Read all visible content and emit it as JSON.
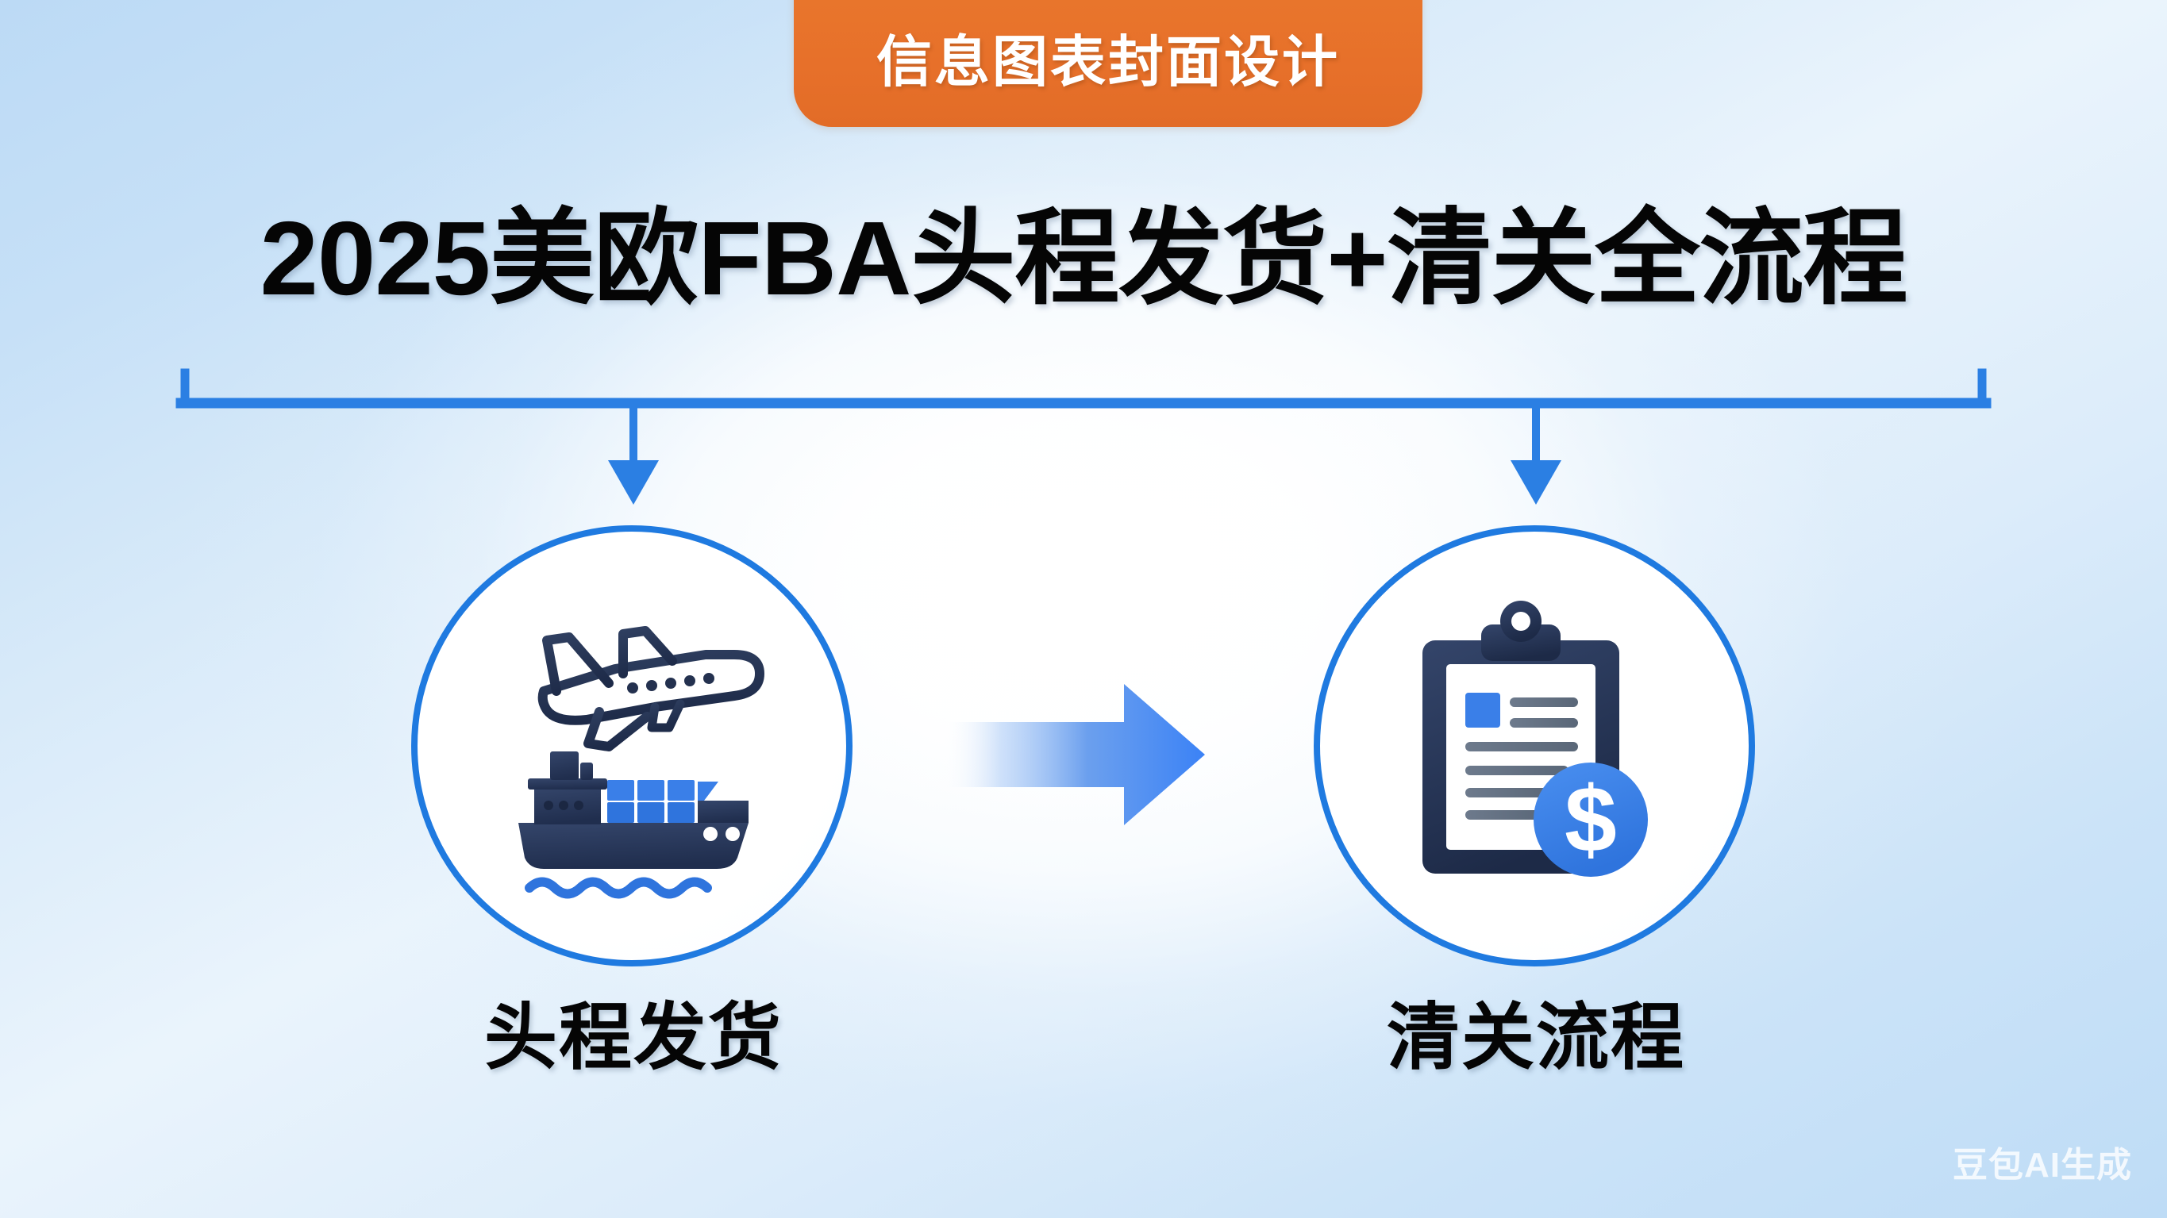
{
  "banner": {
    "label": "信息图表封面设计",
    "bg_color": "#e8762c",
    "text_color": "#ffffff"
  },
  "title": {
    "text": "2025美欧FBA头程发货+清关全流程",
    "color": "#050505"
  },
  "connector": {
    "type": "bracket-with-two-down-arrows",
    "color": "#2b7fe3"
  },
  "nodes": [
    {
      "id": "shipping",
      "label": "头程发货",
      "icon": "airplane-ship-icon",
      "circle_color": "#1f7ae0"
    },
    {
      "id": "customs",
      "label": "清关流程",
      "icon": "clipboard-dollar-icon",
      "circle_color": "#1f7ae0"
    }
  ],
  "flow_arrow": {
    "direction": "right",
    "gradient_from": "#ffffff",
    "gradient_to": "#3b82f6"
  },
  "watermark": {
    "text": "豆包AI生成"
  },
  "theme": {
    "accent_blue": "#1f7ae0",
    "bright_blue": "#3b82f6",
    "deep_navy": "#2c3b5c",
    "background_blue": "#bcdaf5"
  }
}
